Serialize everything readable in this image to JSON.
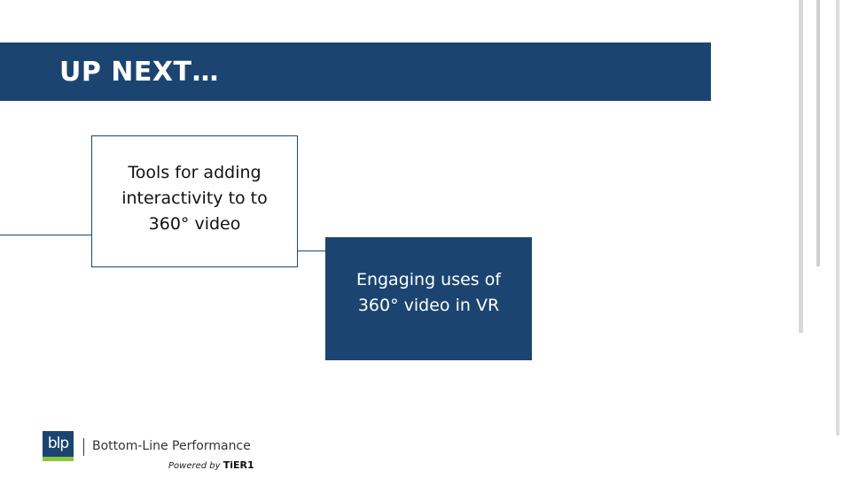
{
  "slide": {
    "title": "UP NEXT…"
  },
  "boxes": {
    "first": "Tools for adding interactivity to to 360° video",
    "second": "Engaging uses of 360° video in VR"
  },
  "footer": {
    "logo_letters": "blp",
    "company_name": "Bottom-Line Performance",
    "powered_by": "Powered by",
    "powered_brand": "TiER1"
  },
  "colors": {
    "brand_blue": "#1b4570",
    "logo_green": "#8cc63f",
    "side_bar_gray": "#d9d9d9"
  }
}
